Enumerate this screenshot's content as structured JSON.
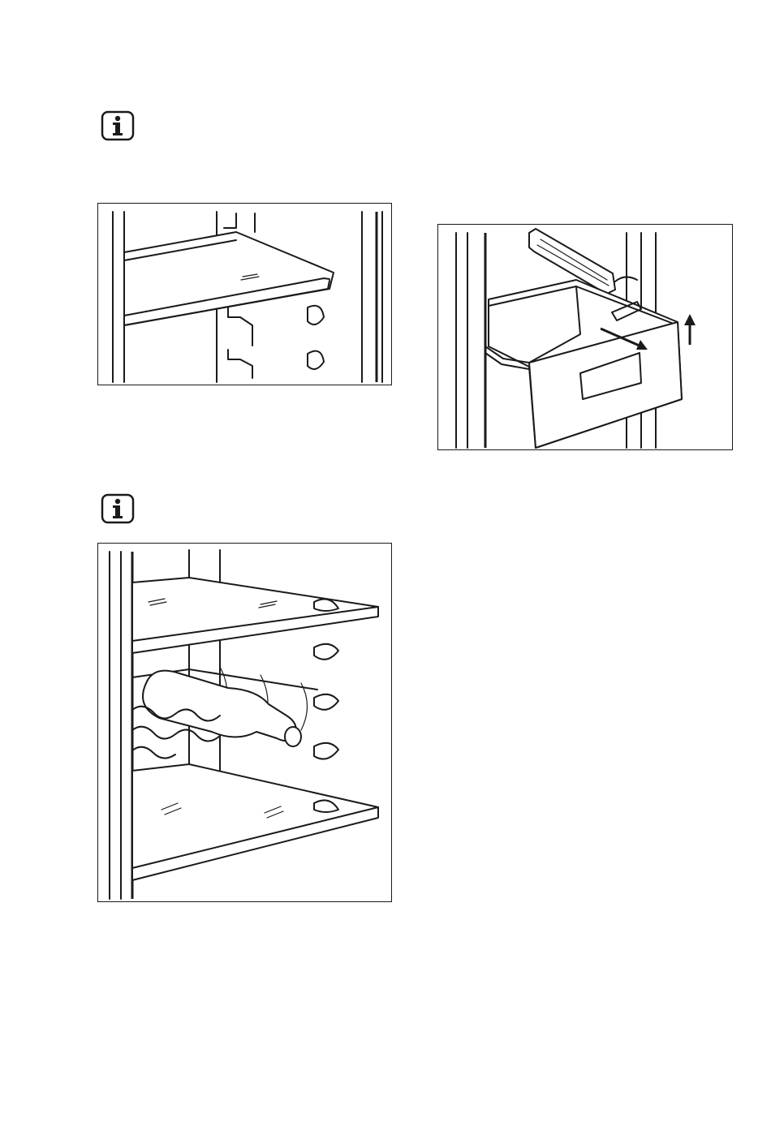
{
  "page": {
    "background": "#ffffff",
    "line_color": "#1a1a1a"
  },
  "notes": [
    {
      "icon": "info-icon"
    },
    {
      "icon": "info-icon"
    }
  ],
  "figures": [
    {
      "id": "glass-shelf",
      "arrows": 0
    },
    {
      "id": "freezer-drawer",
      "arrows": 2
    },
    {
      "id": "bottle-rack",
      "arrows": 0
    }
  ]
}
